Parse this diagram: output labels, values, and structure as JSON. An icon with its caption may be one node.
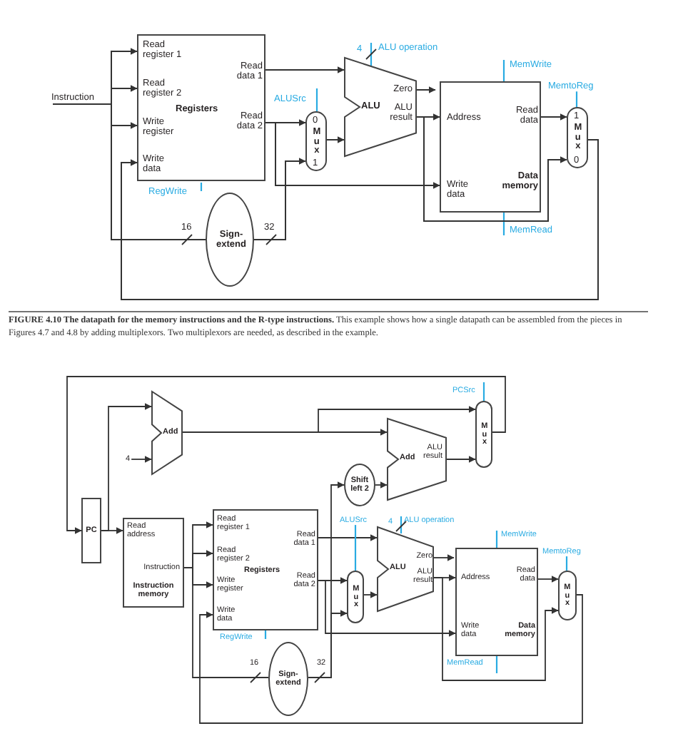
{
  "diagram": {
    "caption": "**FIGURE 4.10  The datapath for the memory instructions and the R-type instructions.** This example shows how a single datapath can be assembled from the pieces in Figures 4.7 and 4.8 by adding multiplexors. Two multiplexors are needed, as described in the example.",
    "nodes": [
      {
        "text": [
          "Read register 1",
          "Read register 2",
          "Write register",
          "Write data",
          "Read data 1",
          "Read data 2",
          "Registers"
        ],
        "beside": [
          "RegWrite"
        ]
      },
      {
        "text": [
          "Sign-extend"
        ]
      },
      {
        "text": [
          "0",
          "Mux",
          "1"
        ],
        "beside": [
          "ALUSrc"
        ]
      },
      {
        "text": [
          "ALU",
          "Zero",
          "ALU result"
        ],
        "beside": [
          "ALU operation"
        ]
      },
      {
        "text": [
          "Address",
          "Read data",
          "Write data",
          "Data memory"
        ],
        "beside": [
          "MemWrite",
          "MemRead"
        ]
      },
      {
        "text": [
          "1",
          "Mux",
          "0"
        ]
      },
      {
        "text": [
          "Instruction"
        ]
      },
      {
        "text": [
          "PC"
        ]
      },
      {
        "text": [
          "Add"
        ]
      },
      {
        "text": [
          "4"
        ]
      },
      {
        "text": [
          "Read address",
          "Instruction",
          "Instruction memory"
        ]
      },
      {
        "text": [
          "Read register 1",
          "Read register 2",
          "Write register",
          "Write data",
          "Read data 1",
          "Read data 2",
          "Registers"
        ],
        "beside": [
          "RegWrite"
        ]
      },
      {
        "text": [
          "Sign-extend"
        ]
      },
      {
        "text": [
          "Shift left 2"
        ]
      },
      {
        "text": [
          "Add",
          "ALU result"
        ]
      },
      {
        "text": [
          "Mux"
        ],
        "beside": [
          "PCSrc"
        ]
      },
      {
        "text": [
          "Mux"
        ]
      },
      {
        "text": [
          "ALU",
          "Zero",
          "ALU result"
        ],
        "beside": [
          "ALU operation"
        ]
      },
      {
        "text": [
          "Address",
          "Read data",
          "Write data",
          "Data memory"
        ],
        "beside": [
          "MemWrite",
          "MemRead"
        ]
      },
      {
        "text": [
          "Mux"
        ]
      },
      {
        "text": [
          "MemtoReg"
        ]
      },
      {
        "text": [
          "ALUSrc"
        ]
      },
      {
        "text": [
          "MemtoReg"
        ]
      }
    ],
    "edges": [
      {
        "from": 6,
        "to": 0,
        "arrow": "to"
      },
      {
        "from": 6,
        "to": 0,
        "arrow": "to"
      },
      {
        "from": 6,
        "to": 0,
        "arrow": "to"
      },
      {
        "from": 6,
        "to": 1,
        "arrow": "none",
        "label": "16"
      },
      {
        "from": 1,
        "to": 2,
        "arrow": "to",
        "label": "32"
      },
      {
        "from": 0,
        "to": 3,
        "arrow": "to"
      },
      {
        "from": 0,
        "to": 2,
        "arrow": "to"
      },
      {
        "from": 0,
        "to": 4,
        "arrow": "to"
      },
      {
        "from": 2,
        "to": 3,
        "arrow": "to"
      },
      {
        "from": 3,
        "to": null,
        "arrow": "to"
      },
      {
        "from": 3,
        "to": 4,
        "arrow": "to"
      },
      {
        "from": 3,
        "to": 5,
        "arrow": "to"
      },
      {
        "from": 4,
        "to": 5,
        "arrow": "to"
      },
      {
        "from": 5,
        "to": 0,
        "arrow": "to"
      },
      {
        "from": 15,
        "to": 7,
        "arrow": "to"
      },
      {
        "from": 7,
        "to": 8,
        "arrow": "to"
      },
      {
        "from": 7,
        "to": 10,
        "arrow": "to"
      },
      {
        "from": 9,
        "to": 8,
        "arrow": "to"
      },
      {
        "from": 8,
        "to": 15,
        "arrow": "to"
      },
      {
        "from": 8,
        "to": 14,
        "arrow": "to"
      },
      {
        "from": 12,
        "to": 13,
        "arrow": "to"
      },
      {
        "from": 13,
        "to": 14,
        "arrow": "to"
      },
      {
        "from": 12,
        "to": 16,
        "arrow": "to",
        "label": "32"
      },
      {
        "from": 10,
        "to": 11,
        "arrow": "to"
      },
      {
        "from": 10,
        "to": 11,
        "arrow": "to"
      },
      {
        "from": 10,
        "to": 11,
        "arrow": "to"
      },
      {
        "from": 10,
        "to": 12,
        "arrow": "none",
        "label": "16"
      },
      {
        "from": 11,
        "to": 17,
        "arrow": "to"
      },
      {
        "from": 11,
        "to": 16,
        "arrow": "to"
      },
      {
        "from": 11,
        "to": 18,
        "arrow": "to"
      },
      {
        "from": 16,
        "to": 17,
        "arrow": "to"
      },
      {
        "from": 17,
        "to": null,
        "arrow": "to"
      },
      {
        "from": 17,
        "to": 18,
        "arrow": "to"
      },
      {
        "from": 17,
        "to": 19,
        "arrow": "to"
      },
      {
        "from": 18,
        "to": 19,
        "arrow": "to"
      },
      {
        "from": 19,
        "to": 11,
        "arrow": "to"
      },
      {
        "from": 14,
        "to": 15,
        "arrow": "to"
      },
      {
        "from": 20,
        "to": 5,
        "arrow": "none",
        "color": "#29abe2"
      },
      {
        "from": 21,
        "to": 16,
        "arrow": "none",
        "color": "#29abe2"
      },
      {
        "from": 22,
        "to": 19,
        "arrow": "none",
        "color": "#29abe2"
      }
    ],
    "labels": [
      "4",
      "4"
    ]
  }
}
